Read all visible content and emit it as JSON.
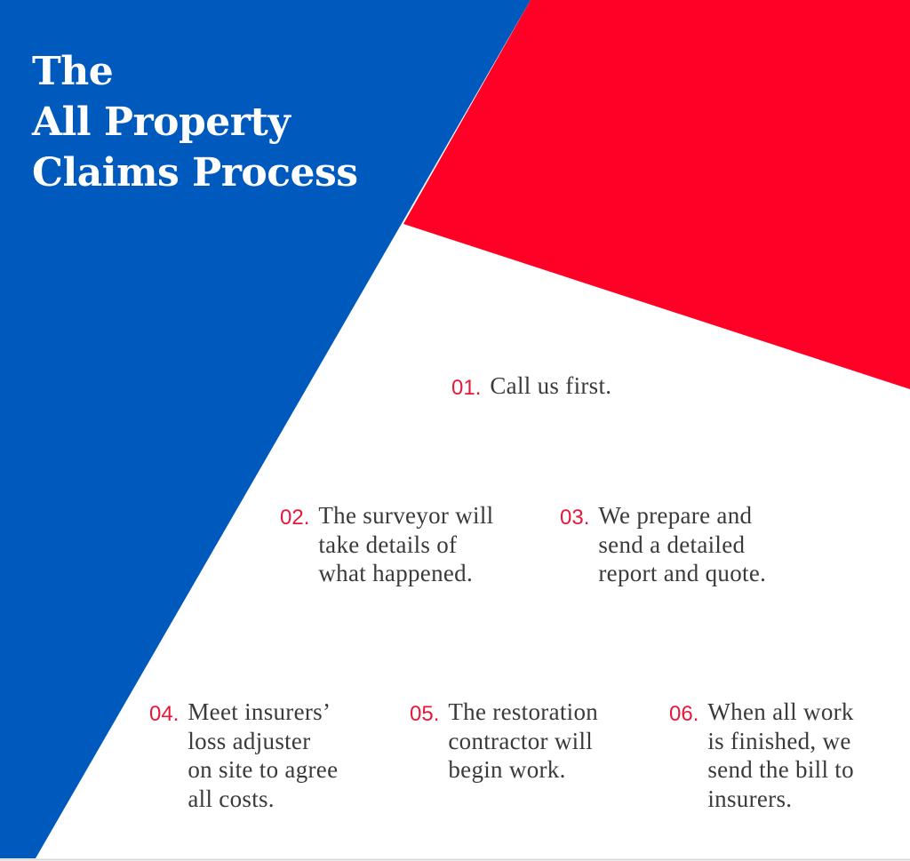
{
  "colors": {
    "blue": "#0059bd",
    "red": "#ff0026",
    "number": "#e8173a",
    "text": "#3a3a3a"
  },
  "title": [
    "The",
    "All Property",
    "Claims Process"
  ],
  "steps": [
    {
      "num": "01.",
      "lines": [
        "Call us first."
      ]
    },
    {
      "num": "02.",
      "lines": [
        "The surveyor will",
        "take details of",
        "what happened."
      ]
    },
    {
      "num": "03.",
      "lines": [
        "We prepare and",
        "send a detailed",
        "report and quote."
      ]
    },
    {
      "num": "04.",
      "lines": [
        "Meet insurers’",
        "loss adjuster",
        "on site to agree",
        "all costs."
      ]
    },
    {
      "num": "05.",
      "lines": [
        "The restoration",
        "contractor will",
        "begin work."
      ]
    },
    {
      "num": "06.",
      "lines": [
        "When all work",
        "is finished, we",
        "send the bill to",
        "insurers."
      ]
    }
  ]
}
